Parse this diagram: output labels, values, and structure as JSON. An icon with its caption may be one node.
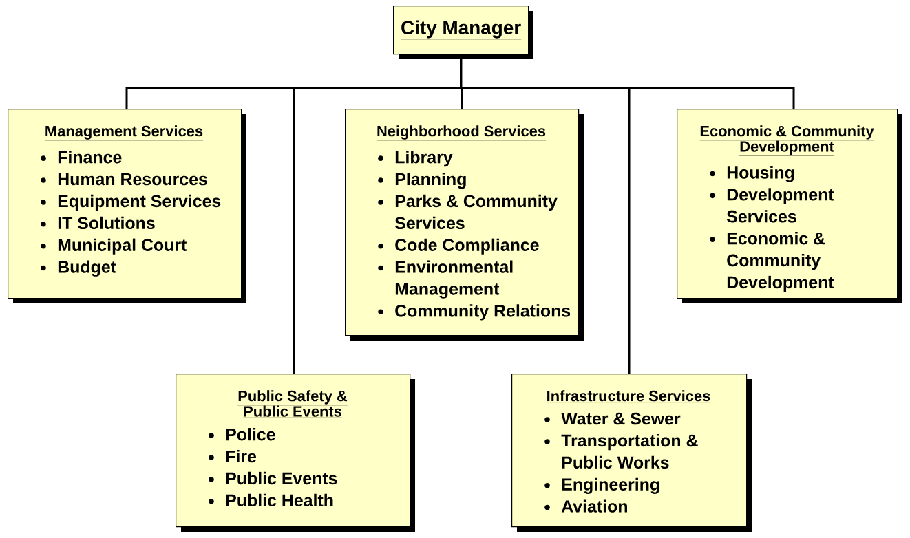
{
  "diagram": {
    "nodes": [
      {
        "text": [
          "City Manager"
        ]
      },
      {
        "text": [
          "Management Services",
          "Finance",
          "Human Resources",
          "Equipment Services",
          "IT Solutions",
          "Municipal Court",
          "Budget"
        ]
      },
      {
        "text": [
          "Public Safety & Public Events",
          "Police",
          "Fire",
          "Public Events",
          "Public Health"
        ]
      },
      {
        "text": [
          "Neighborhood Services",
          "Library",
          "Planning",
          "Parks & Community Services",
          "Code Compliance",
          "Environmental Management",
          "Community Relations"
        ]
      },
      {
        "text": [
          "Infrastructure Services",
          "Water & Sewer",
          "Transportation & Public Works",
          "Engineering",
          "Aviation"
        ]
      },
      {
        "text": [
          "Economic & Community Development",
          "Housing",
          "Development Services",
          "Economic & Community Development"
        ]
      }
    ],
    "edges": [
      {
        "from": 0,
        "to": 1,
        "arrow": "none"
      },
      {
        "from": 0,
        "to": 2,
        "arrow": "none"
      },
      {
        "from": 0,
        "to": 3,
        "arrow": "none"
      },
      {
        "from": 0,
        "to": 4,
        "arrow": "none"
      },
      {
        "from": 0,
        "to": 5,
        "arrow": "none"
      }
    ]
  }
}
